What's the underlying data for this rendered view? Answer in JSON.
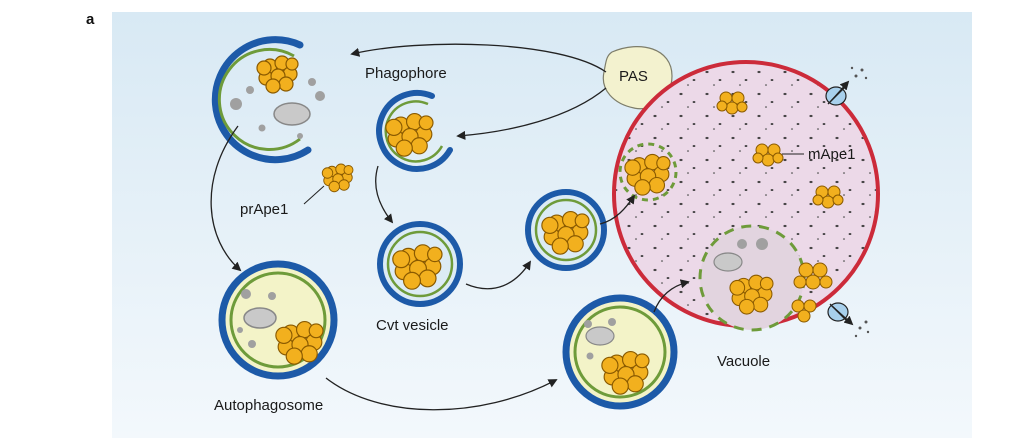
{
  "figure": {
    "panel_label": "a",
    "labels": {
      "phagophore": "Phagophore",
      "pas": "PAS",
      "prape1": "prApe1",
      "cvt_vesicle": "Cvt vesicle",
      "autophagosome": "Autophagosome",
      "mape1": "mApe1",
      "vacuole": "Vacuole"
    }
  },
  "colors": {
    "background_top": "#dcebf5",
    "background_bottom": "#f1f7fb",
    "membrane_blue": "#1d5aa8",
    "membrane_green": "#6e9b3a",
    "cargo_fill": "#f2b01e",
    "cargo_stroke": "#8a5a00",
    "vacuole_fill": "#ecd9e8",
    "vacuole_stroke": "#cc2b3a",
    "pas_fill": "#f3f2cf",
    "cytoplasm_fill": "#f3f3c8",
    "organelle_gray": "#a0a0a0"
  },
  "icons": [
    "pas-blob-icon",
    "aperture-transporter-icon"
  ]
}
